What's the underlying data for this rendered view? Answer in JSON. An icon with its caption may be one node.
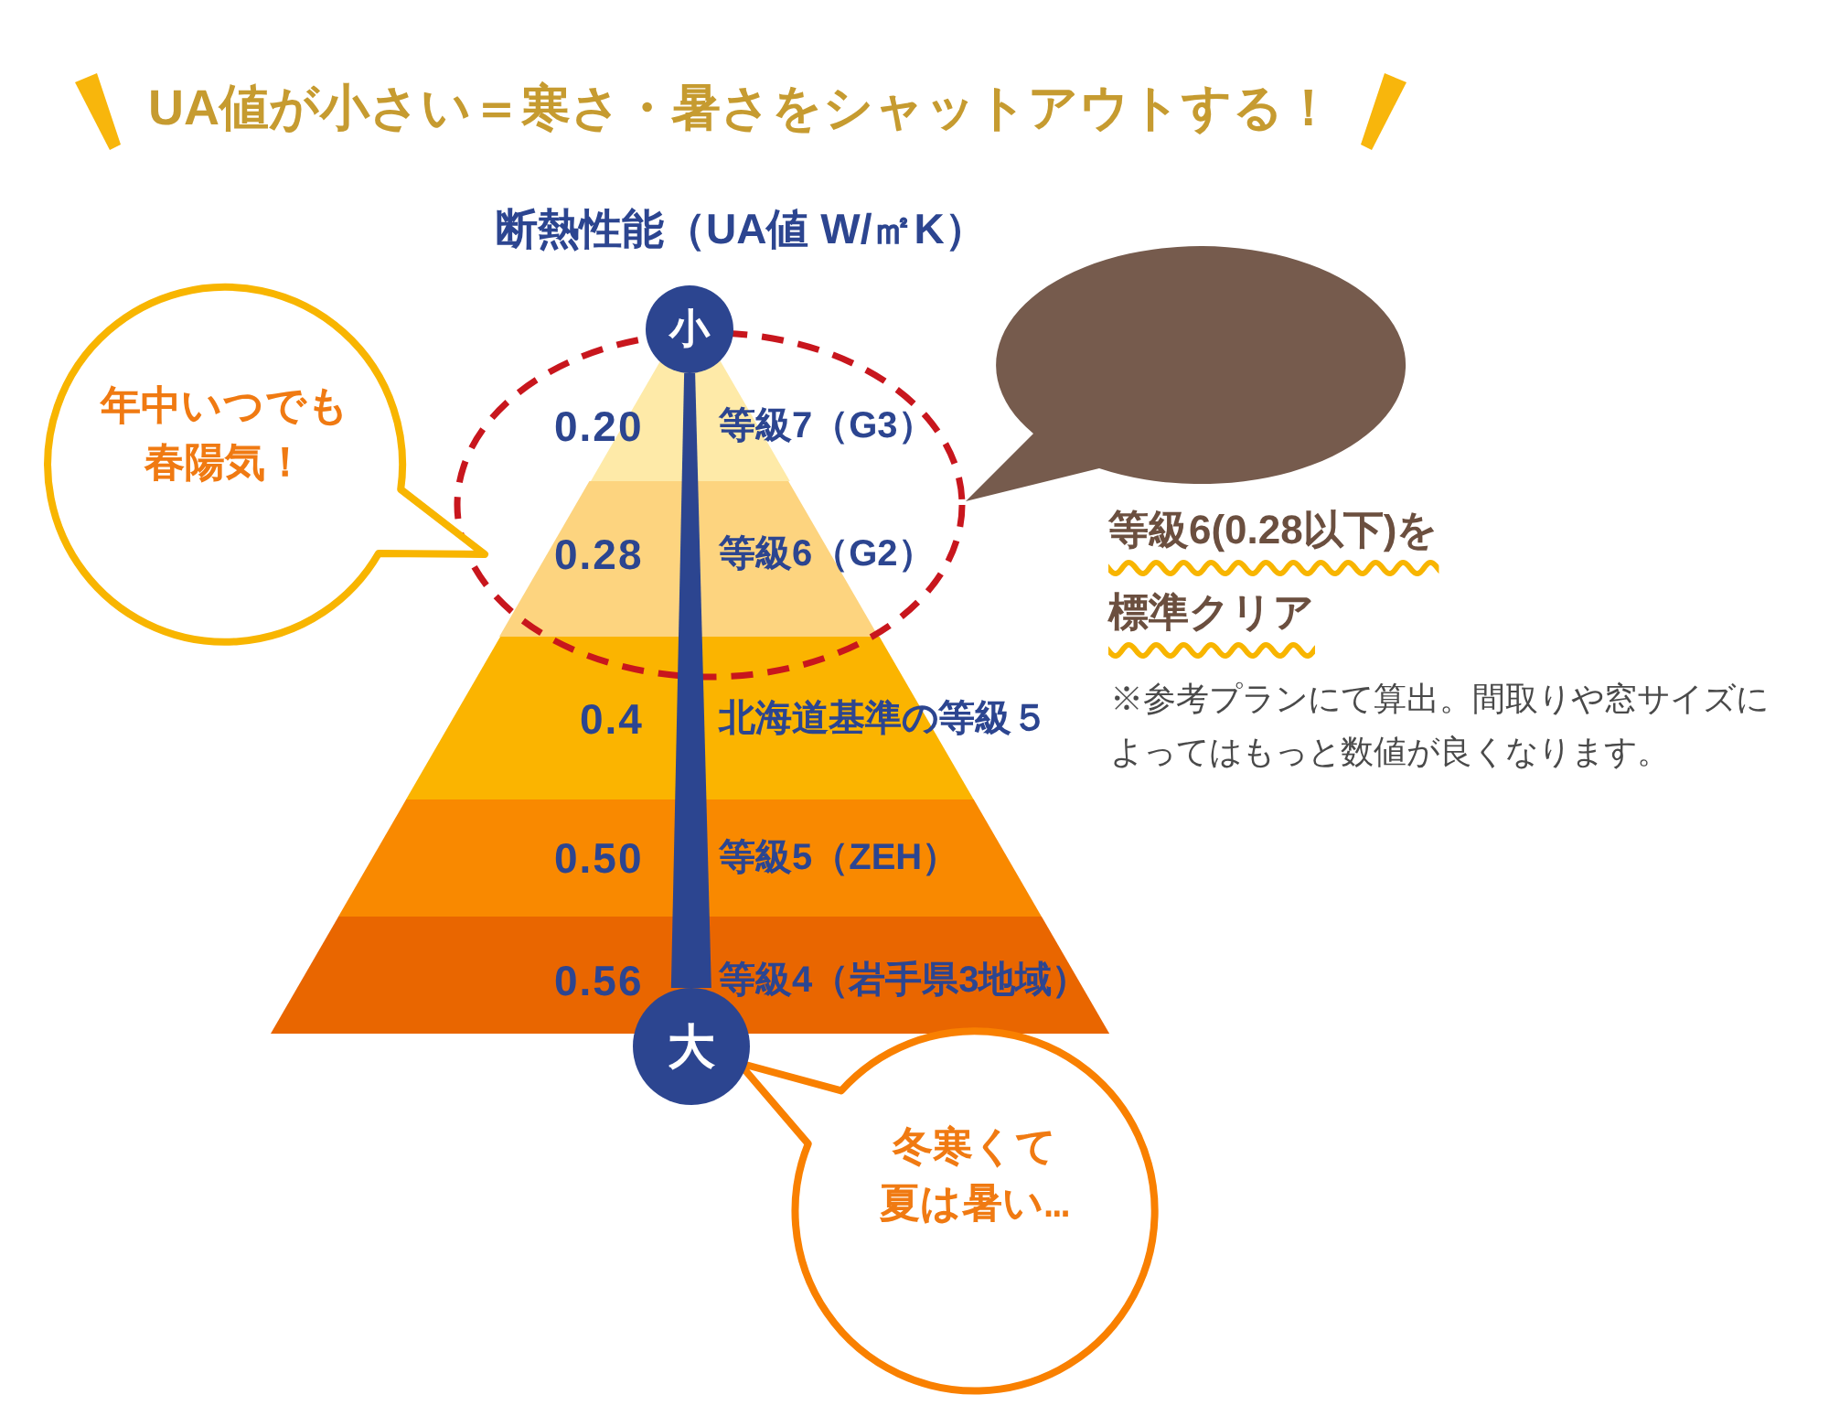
{
  "diagram": {
    "title": "UA値が小さい＝寒さ・暑さをシャットアウトする！",
    "nodes": [
      {
        "text": [
          "小"
        ]
      },
      {
        "text": [
          "年中いつでも春陽気！"
        ]
      },
      {
        "text": [],
        "shape": "bubble",
        "beside": [
          "等級6(0.28以下)を標準クリア"
        ]
      },
      {
        "text": [
          "0.20",
          "等級7（G3）"
        ]
      },
      {
        "text": [
          "0.28",
          "等級6（G2）"
        ]
      },
      {
        "text": [
          "0.4",
          "北海道基準の等級５"
        ]
      },
      {
        "text": [
          "0.50",
          "等級5（ZEH）"
        ]
      },
      {
        "text": [
          "0.56",
          "等級4（岩手県3地域）"
        ]
      },
      {
        "text": [
          "大"
        ]
      },
      {
        "text": [
          "冬寒くて夏は暑い…"
        ]
      }
    ],
    "edges": [
      {
        "from": 0,
        "to": 8,
        "arrow": "none",
        "style": "thick"
      }
    ],
    "labels": [
      "断熱性能（UA値 W/㎡K）",
      "※参考プランにて算出。間取りや窓サイズによってはもっと数値が良くなります。"
    ]
  }
}
